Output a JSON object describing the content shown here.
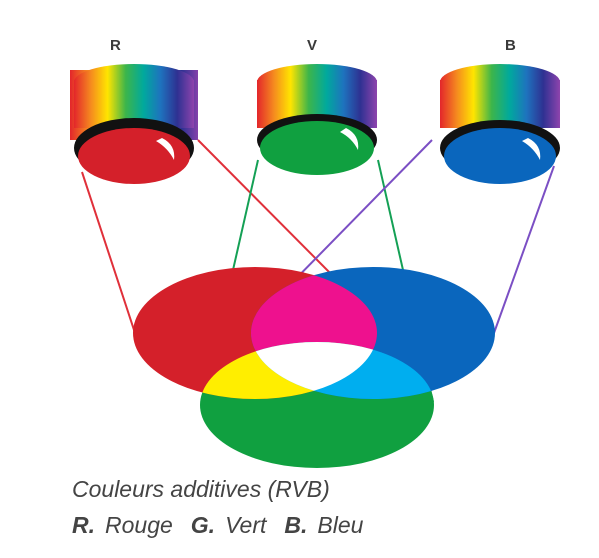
{
  "lamps": [
    {
      "letter": "R",
      "color": "#d4202a"
    },
    {
      "letter": "V",
      "color": "#10a040"
    },
    {
      "letter": "B",
      "color": "#0a66bd"
    }
  ],
  "mix_colors": {
    "red": "#d4202a",
    "green": "#10a040",
    "blue": "#0a66bd",
    "magenta": "#ee118e",
    "yellow": "#ffee00",
    "cyan": "#00aeef",
    "white": "#ffffff"
  },
  "beam_colors": {
    "red": "#e0303a",
    "green": "#14a055",
    "blue": "#7b4fc4"
  },
  "caption": {
    "title": "Couleurs additives (RVB)",
    "legend": [
      {
        "key": "R.",
        "name": "Rouge"
      },
      {
        "key": "G.",
        "name": "Vert"
      },
      {
        "key": "B.",
        "name": "Bleu"
      }
    ]
  }
}
